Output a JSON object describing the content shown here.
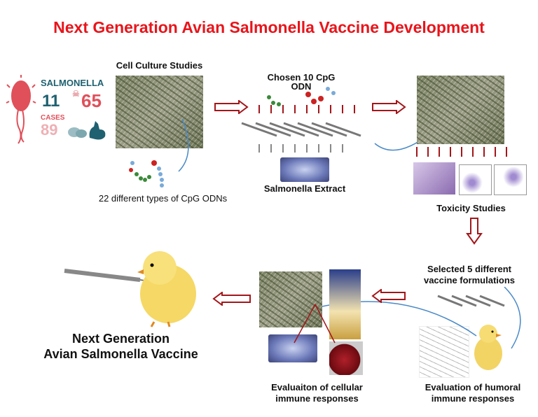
{
  "title": "Next Generation Avian Salmonella Vaccine Development",
  "infographic": {
    "heading": "SALMONELLA",
    "burden_value": "11",
    "deaths_value": "65",
    "cases_label": "CASES",
    "cases_value": "89"
  },
  "labels": {
    "cell_culture": "Cell Culture Studies",
    "chosen_cpg": "Chosen 10 CpG ODN",
    "cpg_types": "22 different types of CpG ODNs",
    "extract": "Salmonella Extract",
    "toxicity": "Toxicity Studies",
    "selected_line1": "Selected 5 different",
    "selected_line2": "vaccine formulations",
    "humoral_line1": "Evaluation of humoral",
    "humoral_line2": "immune responses",
    "cellular_line1": "Evaluaiton of cellular",
    "cellular_line2": "immune responses",
    "final_line1": "Next Generation",
    "final_line2": "Avian Salmonella Vaccine"
  },
  "colors": {
    "title": "#e8151b",
    "arrow": "#a3161a",
    "bacteria": "#e0505a",
    "teal": "#1f6170"
  }
}
